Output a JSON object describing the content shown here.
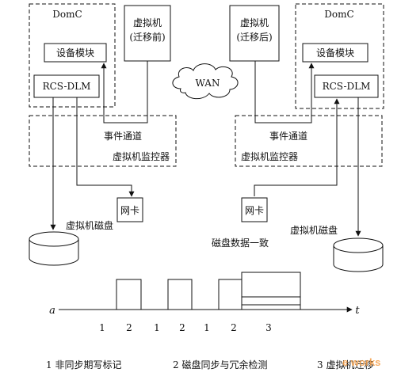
{
  "left": {
    "domc": "DomC",
    "device_module": "设备模块",
    "rcs_dlm": "RCS-DLM",
    "vm_line1": "虚拟机",
    "vm_line2": "(迁移前)",
    "event_channel": "事件通道",
    "vmm": "虚拟机监控器",
    "nic": "网卡",
    "disk": "虚拟机磁盘"
  },
  "right": {
    "domc": "DomC",
    "device_module": "设备模块",
    "rcs_dlm": "RCS-DLM",
    "vm_line1": "虚拟机",
    "vm_line2": "(迁移后)",
    "event_channel": "事件通道",
    "vmm": "虚拟机监控器",
    "nic": "网卡",
    "disk": "虚拟机磁盘"
  },
  "wan": "WAN",
  "disk_consistent": "磁盘数据一致",
  "timeline": {
    "start": "a",
    "end": "t",
    "ticks": [
      "1",
      "2",
      "1",
      "2",
      "1",
      "2",
      "3"
    ]
  },
  "legend": [
    "1 非同步期写标记",
    "2 磁盘同步与冗余检测",
    "3 虚拟机迁移"
  ],
  "watermark": "e works",
  "colors": {
    "stroke": "#111111",
    "watermark": "#f6a04a"
  }
}
